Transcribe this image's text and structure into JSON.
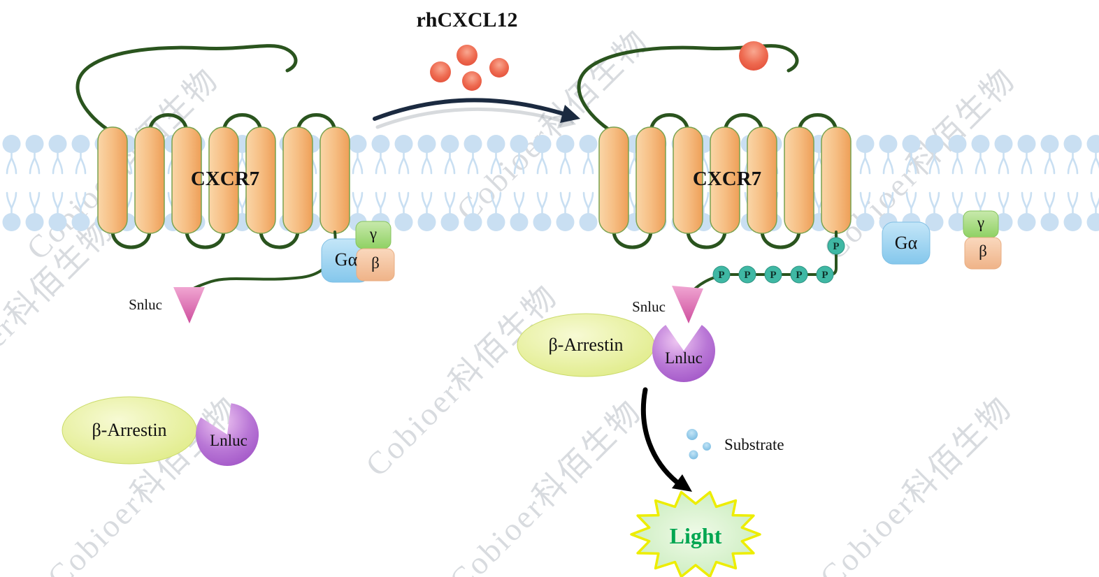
{
  "watermark": "Cobioer科佰生物",
  "ligand": {
    "name": "rhCXCL12"
  },
  "receptors": {
    "left": "CXCR7",
    "right": "CXCR7"
  },
  "g_protein": {
    "alpha": "Gα",
    "beta": "β",
    "gamma": "γ"
  },
  "luciferase": {
    "small": "Snluc",
    "large": "Lnluc"
  },
  "arrestin": "β-Arrestin",
  "phospho": {
    "label": "P"
  },
  "substrate": "Substrate",
  "light": "Light",
  "colors": {
    "membrane_lipid": "#C9DFF2",
    "barrel_orange": "#F6BE83",
    "loop_green": "#2A541E",
    "ligand_red": "#E8604A",
    "galpha_blue": "#8FCCEE",
    "gamma_green": "#9CD67A",
    "gbeta_peach": "#F4C6A5",
    "snluc_pink": "#D75FA8",
    "lnluc_purple": "#B06BD0",
    "arrestin_yellow_green": "#E3EF8E",
    "phospho_teal": "#3FB8A4",
    "substrate_blue": "#7EC4E8",
    "light_text_green": "#00A651",
    "starburst_yellow": "#EDED00",
    "arrow_navy": "#1B2A40"
  }
}
